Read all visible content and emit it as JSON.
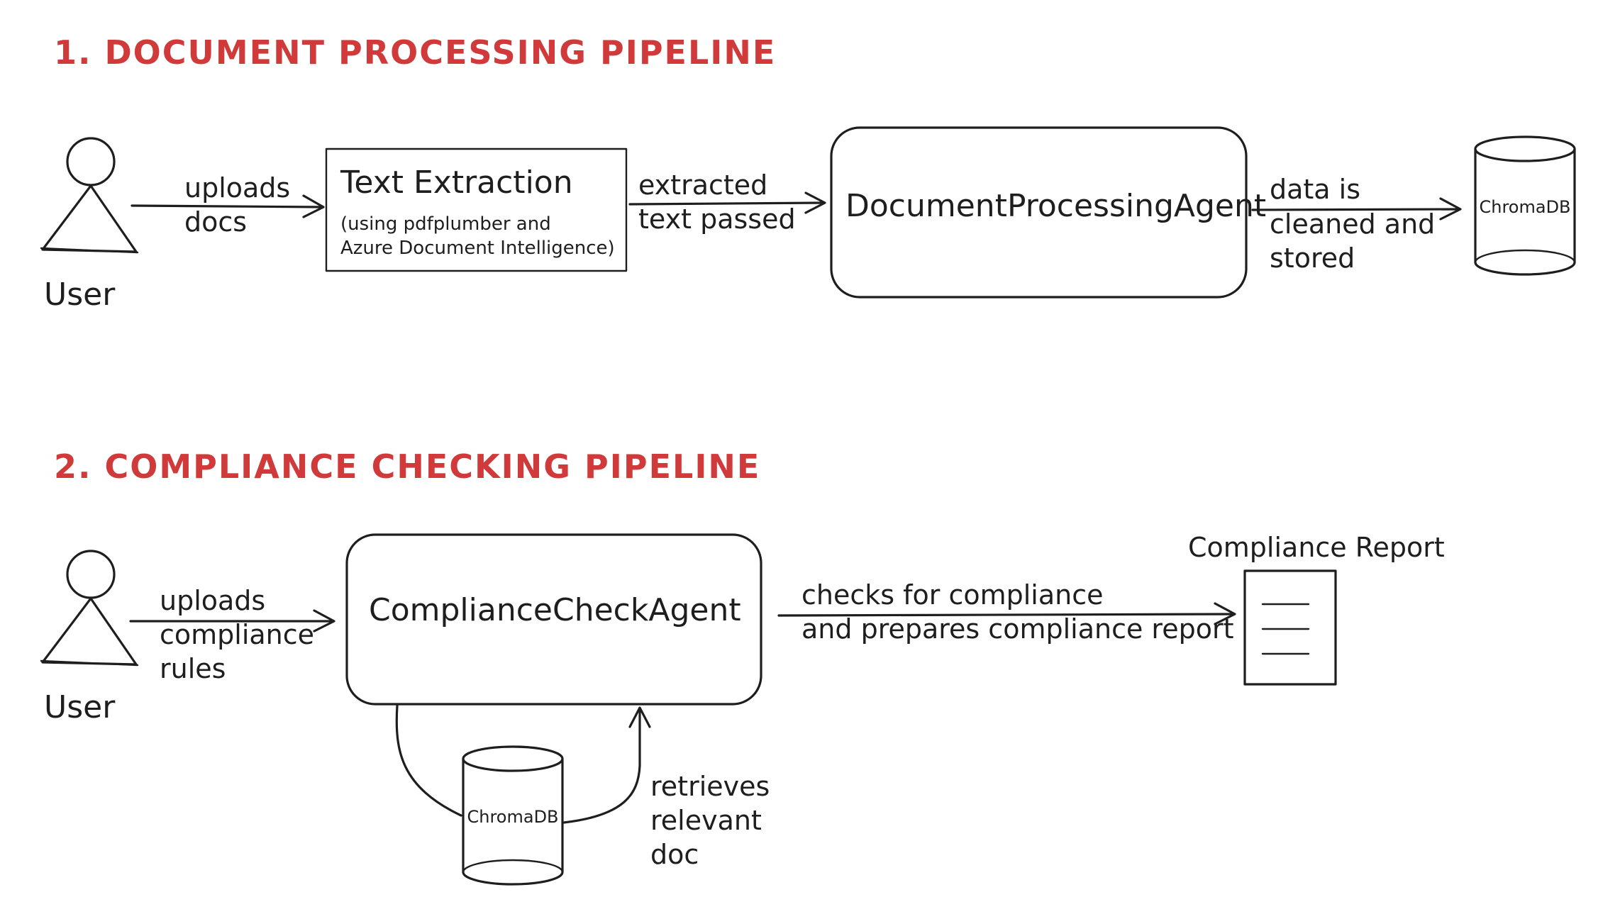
{
  "pipeline1": {
    "title": "1. DOCUMENT PROCESSING PIPELINE",
    "user_label": "User",
    "arrow1_line1": "uploads",
    "arrow1_line2": "docs",
    "text_extraction_title": "Text Extraction",
    "text_extraction_sub1": "(using pdfplumber and",
    "text_extraction_sub2": "Azure Document Intelligence)",
    "arrow2_line1": "extracted",
    "arrow2_line2": "text passed",
    "agent_label": "DocumentProcessingAgent",
    "arrow3_line1": "data is",
    "arrow3_line2": "cleaned and",
    "arrow3_line3": "stored",
    "db_label": "ChromaDB"
  },
  "pipeline2": {
    "title": "2. COMPLIANCE CHECKING PIPELINE",
    "user_label": "User",
    "arrow1_line1": "uploads",
    "arrow1_line2": "compliance",
    "arrow1_line3": "rules",
    "agent_label": "ComplianceCheckAgent",
    "arrow2_line1": "checks for compliance",
    "arrow2_line2": "and prepares compliance report",
    "report_label": "Compliance Report",
    "db_label": "ChromaDB",
    "retrieve_line1": "retrieves",
    "retrieve_line2": "relevant",
    "retrieve_line3": "doc"
  }
}
